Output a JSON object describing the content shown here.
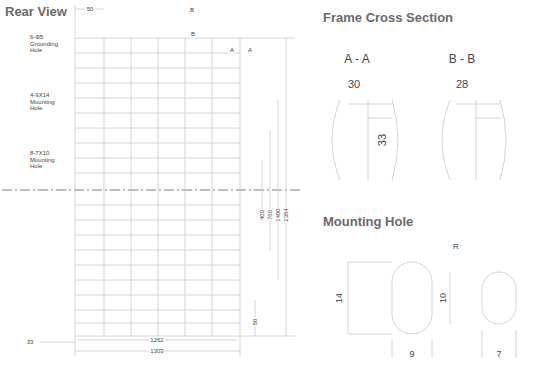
{
  "diagram": {
    "labels": [
      "Rear View",
      "Frame Cross Section",
      "Mounting Hole",
      "50",
      "B",
      "B",
      "A",
      "A",
      "6-Φ5 Grounding Hole",
      "4-9X14 Mounting Hole",
      "8-7X10 Mounting Hole",
      "400",
      "760",
      "1400",
      "2384",
      "50",
      "33",
      "1262",
      "1303",
      "A - A",
      "B - B",
      "30",
      "33",
      "28",
      "R",
      "14",
      "9",
      "10",
      "7"
    ]
  }
}
